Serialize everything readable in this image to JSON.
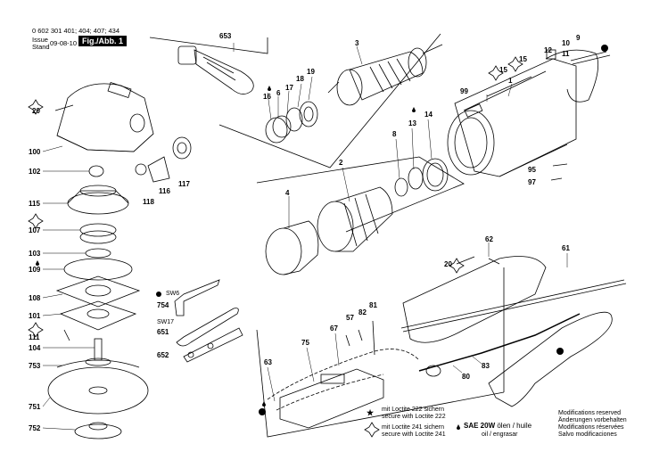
{
  "header": {
    "doc_number": "0 602 301 401; 404; 407; 434",
    "issue_label": "Issue",
    "stand_label": "Stand",
    "date": "09-08-10",
    "figure": "Fig./Abb. 1"
  },
  "parts": [
    {
      "id": "653"
    },
    {
      "id": "3"
    },
    {
      "id": "19"
    },
    {
      "id": "18"
    },
    {
      "id": "17"
    },
    {
      "id": "6"
    },
    {
      "id": "16"
    },
    {
      "id": "99"
    },
    {
      "id": "1"
    },
    {
      "id": "15"
    },
    {
      "id": "15"
    },
    {
      "id": "12"
    },
    {
      "id": "10"
    },
    {
      "id": "11"
    },
    {
      "id": "9"
    },
    {
      "id": "20"
    },
    {
      "id": "100"
    },
    {
      "id": "102"
    },
    {
      "id": "116"
    },
    {
      "id": "117"
    },
    {
      "id": "118"
    },
    {
      "id": "115"
    },
    {
      "id": "107"
    },
    {
      "id": "103"
    },
    {
      "id": "109"
    },
    {
      "id": "108"
    },
    {
      "id": "101"
    },
    {
      "id": "111"
    },
    {
      "id": "104"
    },
    {
      "id": "753"
    },
    {
      "id": "751"
    },
    {
      "id": "752"
    },
    {
      "id": "8"
    },
    {
      "id": "13"
    },
    {
      "id": "14"
    },
    {
      "id": "2"
    },
    {
      "id": "4"
    },
    {
      "id": "95"
    },
    {
      "id": "97"
    },
    {
      "id": "62"
    },
    {
      "id": "61"
    },
    {
      "id": "20"
    },
    {
      "id": "754"
    },
    {
      "id": "651"
    },
    {
      "id": "652"
    },
    {
      "id": "57"
    },
    {
      "id": "82"
    },
    {
      "id": "81"
    },
    {
      "id": "67"
    },
    {
      "id": "75"
    },
    {
      "id": "63"
    },
    {
      "id": "80"
    },
    {
      "id": "83"
    }
  ],
  "tool_labels": {
    "sw6": "SW6",
    "sw17": "SW17"
  },
  "legend": {
    "loctite222_de": "mit Loctite 222 sichern",
    "loctite222_en": "secure with Loctite 222",
    "loctite241_de": "mit Loctite 241 sichern",
    "loctite241_en": "secure with Loctite 241",
    "oil_title": "SAE 20W",
    "oil_de": " ölen / huile",
    "oil_en": "oil / engrasar"
  },
  "modifications": [
    "Modifications reserved",
    "Änderungen vorbehalten",
    "Modifications réservées",
    "Salvo modificaciones"
  ]
}
